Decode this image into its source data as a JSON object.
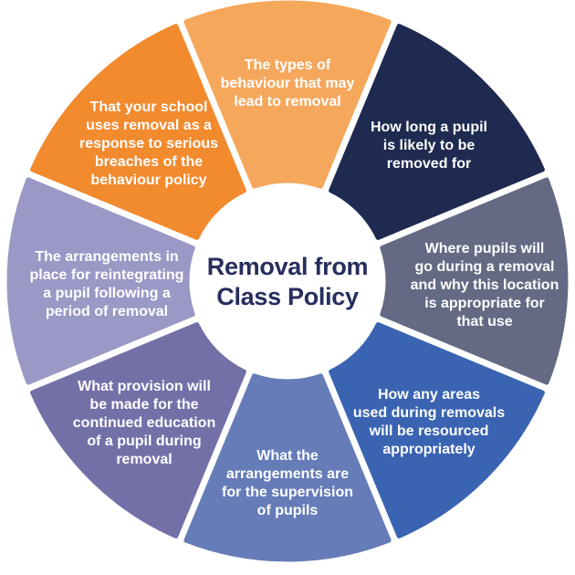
{
  "diagram": {
    "type": "circular-segment-wheel",
    "segment_count": 8,
    "center_label": "Removal from\nClass Policy",
    "title_color": "#272E5D",
    "label_text_color": "#FFFFFF",
    "background_color": "#FFFFFF",
    "segments": [
      {
        "id": "types-of-behaviour",
        "position": "top",
        "label": "The types of\nbehaviour that may\nlead to removal",
        "color": "#F5A75C"
      },
      {
        "id": "how-long-removed",
        "position": "top-right",
        "label": "How long a pupil\nis likely to be\nremoved for",
        "color": "#1E2A4F"
      },
      {
        "id": "where-pupils-go",
        "position": "right",
        "label": "Where pupils will\ngo during a removal\nand why this location\nis appropriate for\nthat use",
        "color": "#646A83"
      },
      {
        "id": "areas-resourced",
        "position": "bottom-right",
        "label": "How any areas\nused during removals\nwill be resourced\nappropriately",
        "color": "#3A64B2"
      },
      {
        "id": "supervision",
        "position": "bottom",
        "label": "What the\narrangements are\nfor the supervision\nof pupils",
        "color": "#667CB8"
      },
      {
        "id": "continued-education",
        "position": "bottom-left",
        "label": "What provision will\nbe made for the\ncontinued education\nof a pupil during\nremoval",
        "color": "#7370A8"
      },
      {
        "id": "reintegrating",
        "position": "left",
        "label": "The arrangements in\nplace for reintegrating\na pupil following a\nperiod of removal",
        "color": "#9A98C4"
      },
      {
        "id": "school-uses-removal",
        "position": "top-left",
        "label": "That your school\nuses removal as a\nresponse to serious\nbreaches of the\nbehaviour policy",
        "color": "#F28A2E"
      }
    ]
  }
}
